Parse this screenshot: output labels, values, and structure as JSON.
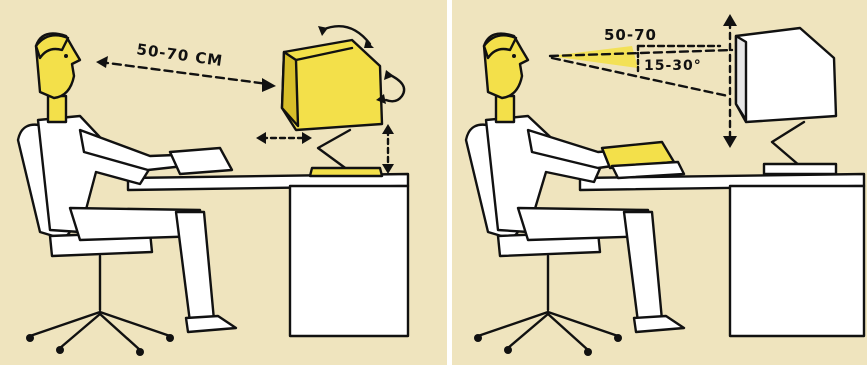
{
  "colors": {
    "paper": "#f3e9c6",
    "paper_dark": "#e8dcb0",
    "yellow": "#f3e04a",
    "yellow_shadow": "#d8bf2a",
    "white": "#ffffff",
    "ink": "#111111"
  },
  "panels": [
    {
      "distance_label": "50-70 CM"
    },
    {
      "distance_label": "50-70",
      "angle_label": "15-30°"
    }
  ]
}
